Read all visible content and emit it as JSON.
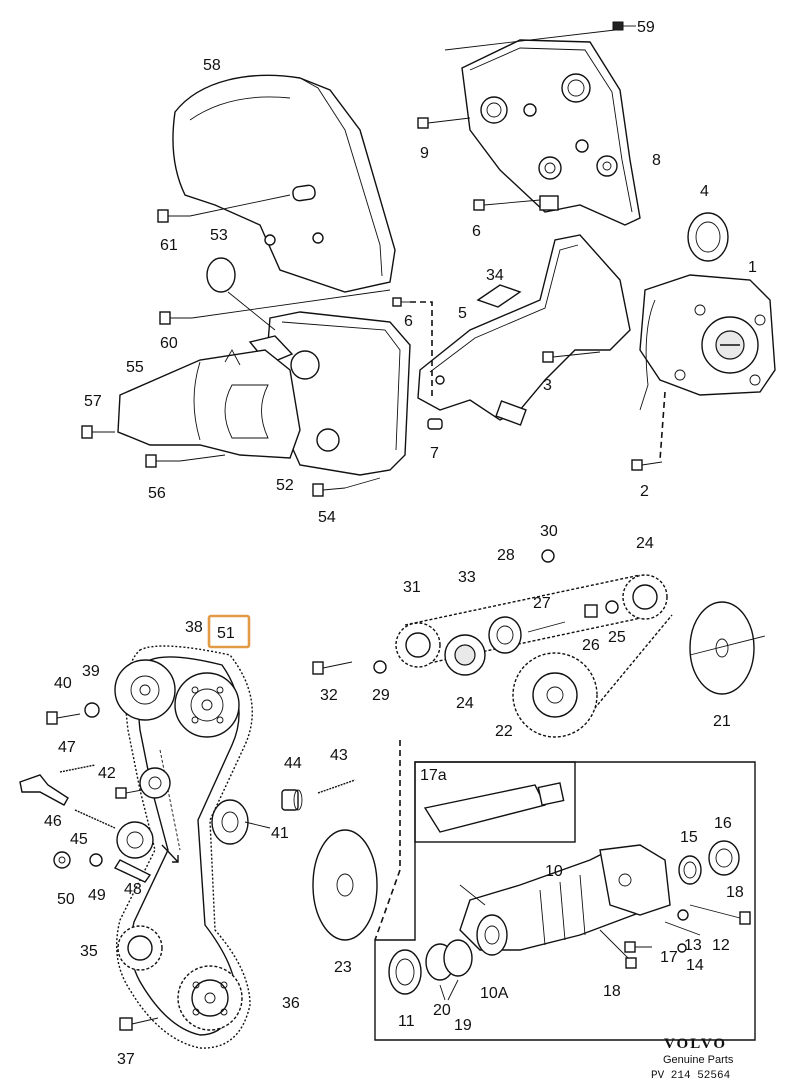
{
  "labels": {
    "l1": "1",
    "l2": "2",
    "l3": "3",
    "l4": "4",
    "l5": "5",
    "l6a": "6",
    "l6b": "6",
    "l7": "7",
    "l8": "8",
    "l9": "9",
    "l10": "10",
    "l10a": "10A",
    "l11": "11",
    "l12": "12",
    "l13": "13",
    "l14": "14",
    "l15": "15",
    "l16": "16",
    "l17": "17",
    "l17a": "17a",
    "l18a": "18",
    "l18b": "18",
    "l19": "19",
    "l20": "20",
    "l21": "21",
    "l22": "22",
    "l23": "23",
    "l24a": "24",
    "l24b": "24",
    "l25": "25",
    "l26": "26",
    "l27": "27",
    "l28": "28",
    "l29": "29",
    "l30": "30",
    "l31": "31",
    "l32": "32",
    "l33": "33",
    "l34": "34",
    "l35": "35",
    "l36": "36",
    "l37": "37",
    "l38": "38",
    "l39": "39",
    "l40": "40",
    "l41": "41",
    "l42": "42",
    "l43": "43",
    "l44": "44",
    "l45": "45",
    "l46": "46",
    "l47": "47",
    "l48": "48",
    "l49": "49",
    "l50": "50",
    "l51": "51",
    "l52": "52",
    "l53": "53",
    "l54": "54",
    "l55": "55",
    "l56": "56",
    "l57": "57",
    "l58": "58",
    "l59": "59",
    "l60": "60",
    "l61": "61"
  },
  "highlight": {
    "label": "51",
    "color": "#e39a45"
  },
  "footer": {
    "brand": "VOLVO",
    "subtitle": "Genuine Parts",
    "part_number": "PV 214 52564"
  }
}
